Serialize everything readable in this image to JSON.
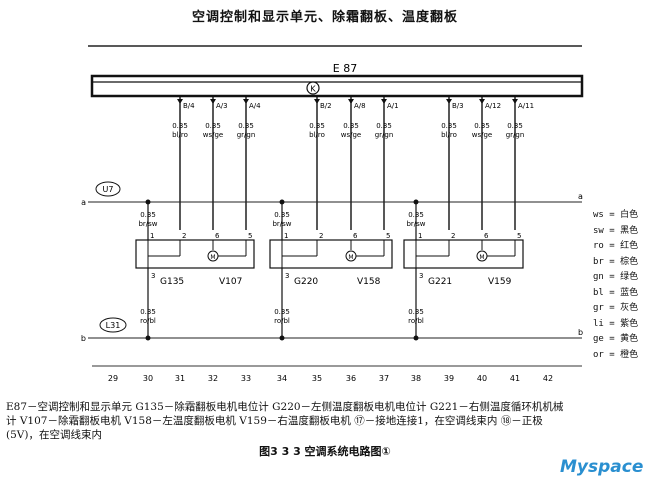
{
  "title": "空调控制和显示单元、除霜翻板、温度翻板",
  "control_unit": "E 87",
  "ground_symbol": "K",
  "bus_top": {
    "label": "U7",
    "end_left": "a",
    "end_right": "a"
  },
  "bus_bottom": {
    "label": "L31",
    "end_left": "b",
    "end_right": "b"
  },
  "top_connectors": [
    {
      "pin": "B/4",
      "gauge": "0.35",
      "color": "bl/ro"
    },
    {
      "pin": "A/3",
      "gauge": "0.35",
      "color": "ws/ge"
    },
    {
      "pin": "A/4",
      "gauge": "0.35",
      "color": "gr/gn"
    },
    {
      "pin": "B/2",
      "gauge": "0.35",
      "color": "bl/ro"
    },
    {
      "pin": "A/8",
      "gauge": "0.35",
      "color": "ws/ge"
    },
    {
      "pin": "A/1",
      "gauge": "0.35",
      "color": "gr/gn"
    },
    {
      "pin": "B/3",
      "gauge": "0.35",
      "color": "bl/ro"
    },
    {
      "pin": "A/12",
      "gauge": "0.35",
      "color": "ws/ge"
    },
    {
      "pin": "A/11",
      "gauge": "0.35",
      "color": "gr/gn"
    }
  ],
  "feed_wires": [
    {
      "gauge": "0.35",
      "color": "br/sw"
    },
    {
      "gauge": "0.35",
      "color": "br/sw"
    },
    {
      "gauge": "0.35",
      "color": "br/sw"
    }
  ],
  "ground_wires": [
    {
      "gauge": "0.35",
      "color": "ro/bl"
    },
    {
      "gauge": "0.35",
      "color": "ro/bl"
    },
    {
      "gauge": "0.35",
      "color": "ro/bl"
    }
  ],
  "components": [
    {
      "pot": "G135",
      "motor": "V107",
      "pins": {
        "feed": "1",
        "mid": "2",
        "motor": "6",
        "gnd": "3",
        "right": "5"
      }
    },
    {
      "pot": "G220",
      "motor": "V158",
      "pins": {
        "feed": "1",
        "mid": "2",
        "motor": "6",
        "gnd": "3",
        "right": "5"
      }
    },
    {
      "pot": "G221",
      "motor": "V159",
      "pins": {
        "feed": "1",
        "mid": "2",
        "motor": "6",
        "gnd": "3",
        "right": "5"
      }
    }
  ],
  "scale_numbers": [
    "29",
    "30",
    "31",
    "32",
    "33",
    "34",
    "35",
    "36",
    "37",
    "38",
    "39",
    "40",
    "41",
    "42"
  ],
  "legend": [
    "ws = 白色",
    "sw = 黑色",
    "ro = 红色",
    "br = 棕色",
    "gn = 绿色",
    "bl = 蓝色",
    "gr = 灰色",
    "li = 紫色",
    "ge = 黄色",
    "or = 橙色"
  ],
  "caption": [
    "E87－空调控制和显示单元  G135－除霜翻板电机电位计  G220－左侧温度翻板电机电位计  G221－右侧温度循环机机械",
    "计  V107－除霜翻板电机  V158－左温度翻板电机  V159－右温度翻板电机  ⑰－接地连接1，在空调线束内  ⑱－正极",
    "(5V)，在空调线束内"
  ],
  "figure_title": "图3  3  3   空调系统电路图①",
  "watermark": "Myspace"
}
